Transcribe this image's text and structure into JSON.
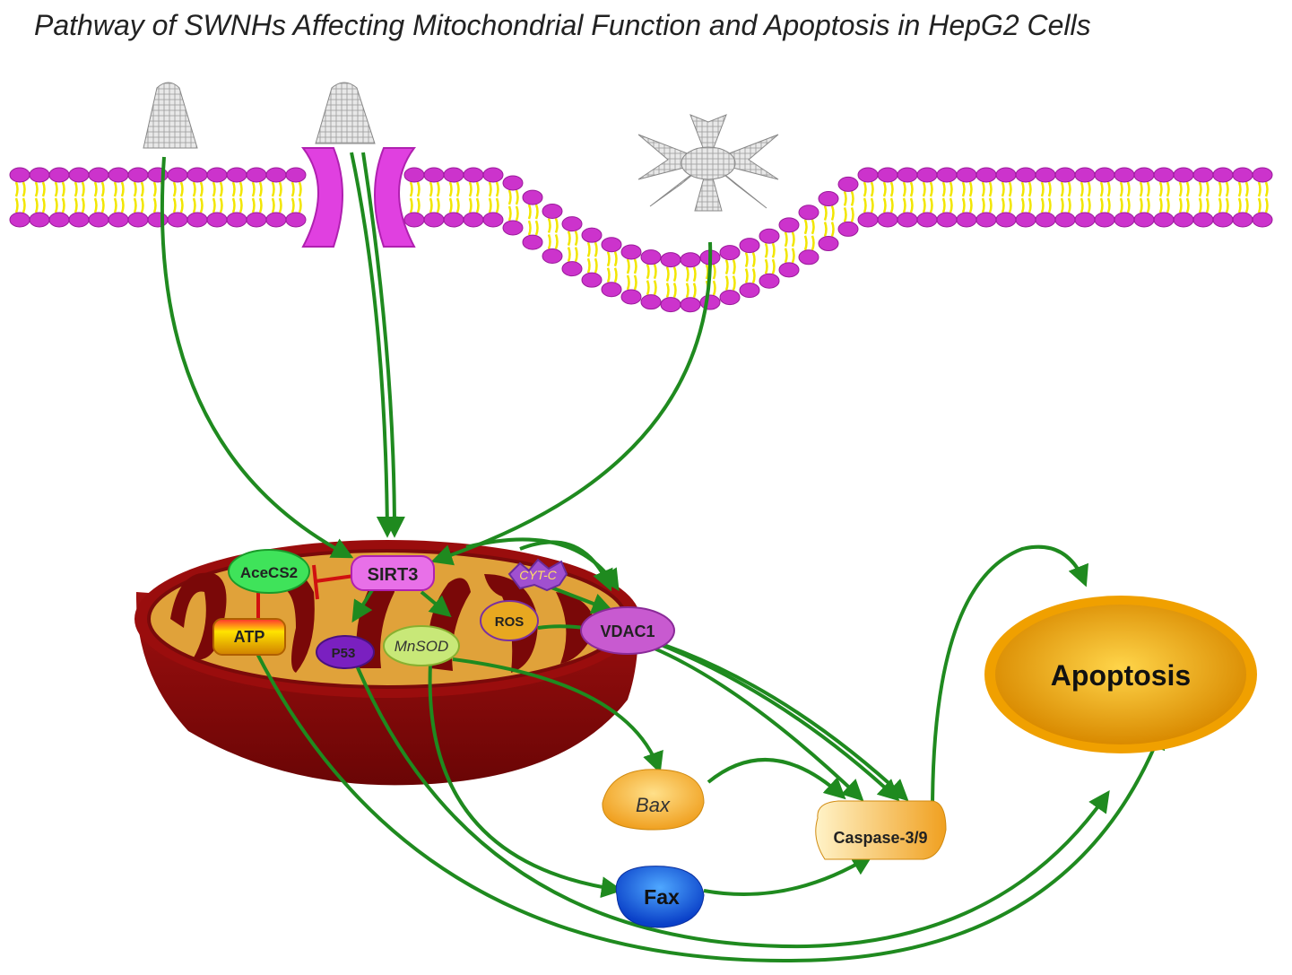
{
  "title": "Pathway of SWNHs Affecting Mitochondrial Function and Apoptosis in HepG2 Cells",
  "nodes": {
    "acecs2": "AceCS2",
    "sirt3": "SIRT3",
    "atp": "ATP",
    "p53": "P53",
    "mnsod": "MnSOD",
    "cytc": "CYT-C",
    "ros": "ROS",
    "vdac1": "VDAC1",
    "bax": "Bax",
    "fax": "Fax",
    "caspase": "Caspase-3/9",
    "apoptosis": "Apoptosis"
  },
  "colors": {
    "arrow": "#1f8a1f",
    "inhibit": "#d01010",
    "membrane_head": "#cc33cc",
    "membrane_tail": "#f2e600",
    "mito_outer": "#8b0a0a",
    "mito_inner": "#d9a33a",
    "apoptosis": "#f0a000"
  }
}
